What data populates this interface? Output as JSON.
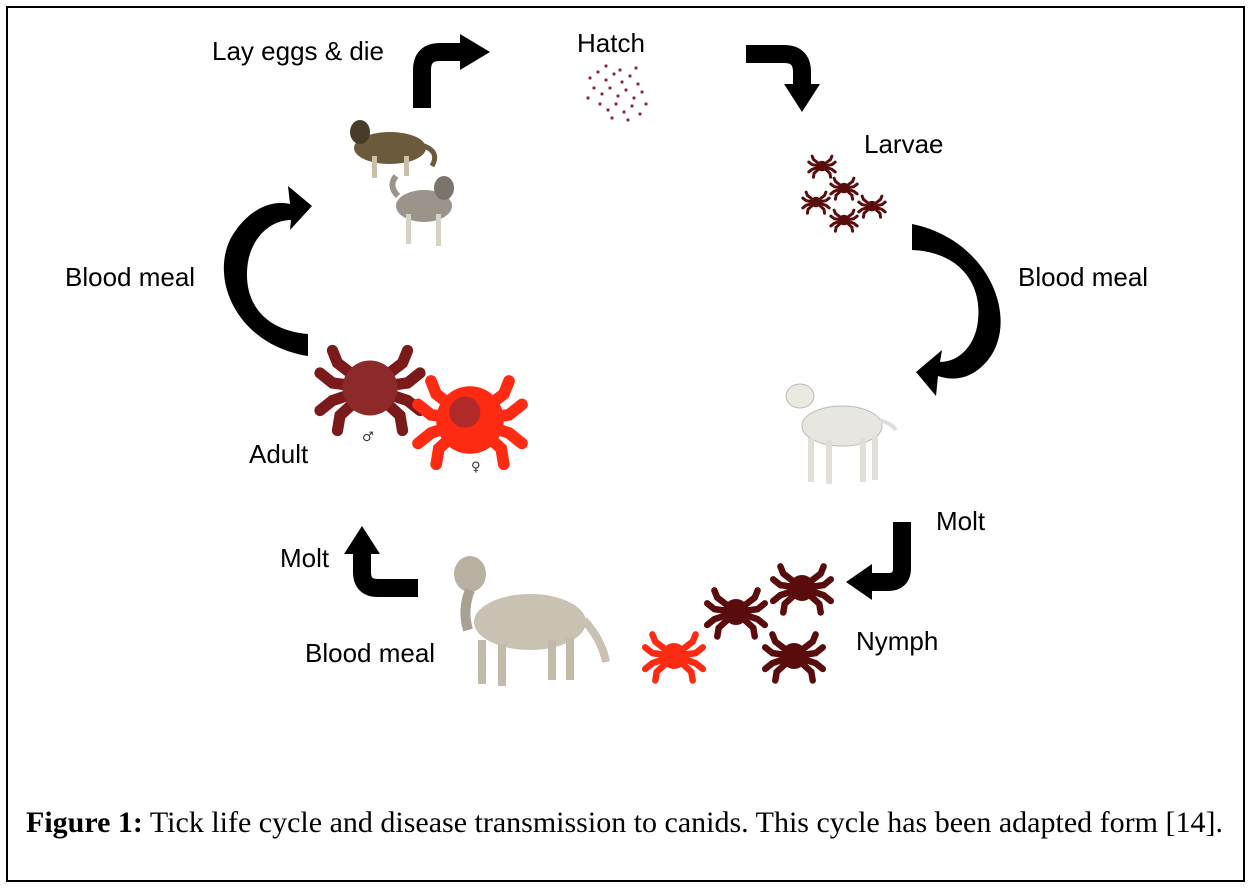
{
  "stages": {
    "lay_eggs": "Lay eggs & die",
    "hatch": "Hatch",
    "larvae": "Larvae",
    "blood_meal_right": "Blood meal",
    "molt_right": "Molt",
    "nymph": "Nymph",
    "blood_meal_bottom": "Blood meal",
    "molt_left": "Molt",
    "adult": "Adult",
    "blood_meal_left": "Blood meal"
  },
  "symbols": {
    "male": "♂",
    "female": "♀"
  },
  "caption": {
    "label": "Figure 1:",
    "text": " Tick life cycle and disease transmission to canids. This cycle has been adapted form [14]."
  },
  "colors": {
    "arrow": "#000000",
    "tick_dark": "#5a0c0c",
    "tick_red": "#ff2a12",
    "tick_male": "#7a1a1a",
    "egg": "#8a2a3a"
  }
}
